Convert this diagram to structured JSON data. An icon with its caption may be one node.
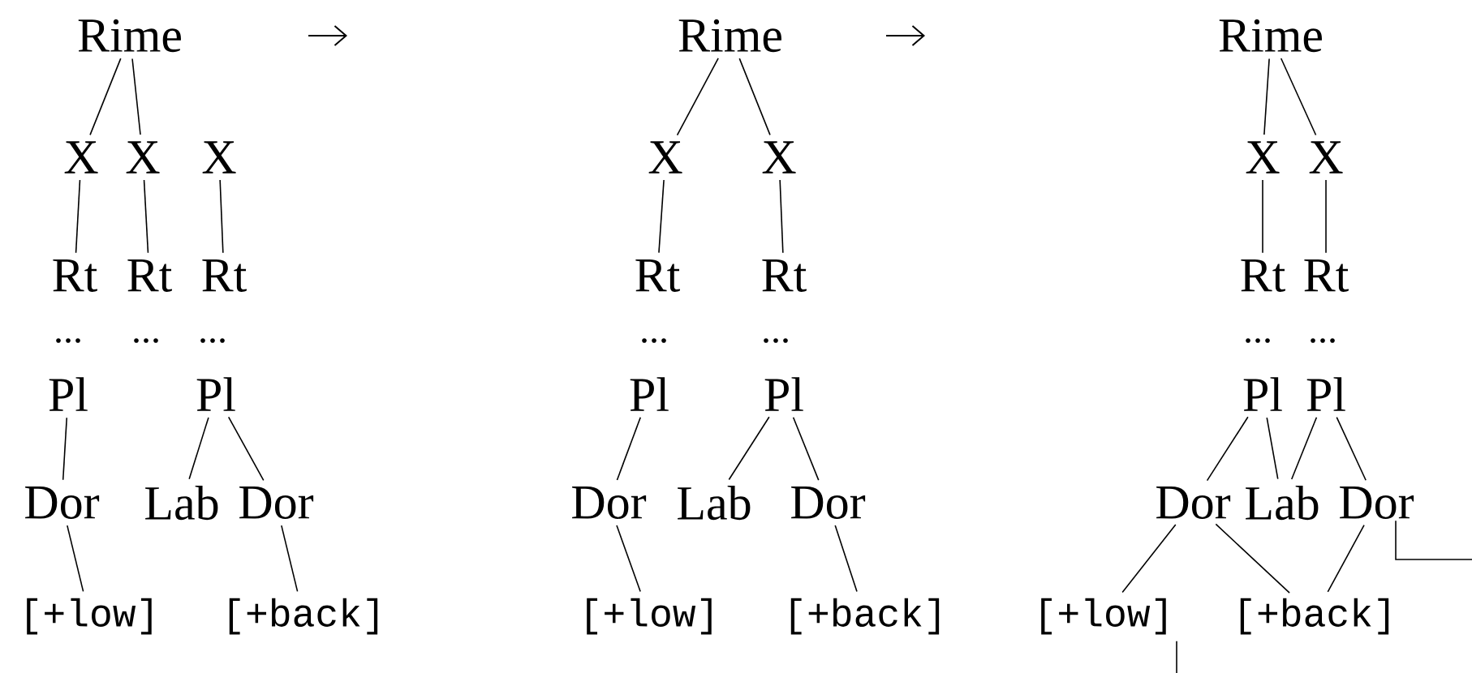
{
  "diagram": {
    "nodes": [
      {
        "text": [
          "Rime"
        ]
      },
      {
        "text": [
          "X"
        ]
      },
      {
        "text": [
          "X"
        ]
      },
      {
        "text": [
          "X"
        ]
      },
      {
        "text": [
          "Rt"
        ]
      },
      {
        "text": [
          "Rt"
        ]
      },
      {
        "text": [
          "Rt"
        ]
      },
      {
        "text": [
          "Pl"
        ]
      },
      {
        "text": [
          "Pl"
        ]
      },
      {
        "text": [
          "Dor"
        ]
      },
      {
        "text": [
          "Lab"
        ]
      },
      {
        "text": [
          "Dor"
        ]
      },
      {
        "text": [
          "[+low]"
        ]
      },
      {
        "text": [
          "[+back]"
        ]
      },
      {
        "text": [
          "Rime"
        ]
      },
      {
        "text": [
          "X"
        ]
      },
      {
        "text": [
          "X"
        ]
      },
      {
        "text": [
          "Rt"
        ]
      },
      {
        "text": [
          "Rt"
        ]
      },
      {
        "text": [
          "Pl"
        ]
      },
      {
        "text": [
          "Pl"
        ]
      },
      {
        "text": [
          "Dor"
        ]
      },
      {
        "text": [
          "Lab"
        ]
      },
      {
        "text": [
          "Dor"
        ]
      },
      {
        "text": [
          "[+low]"
        ]
      },
      {
        "text": [
          "[+back]"
        ]
      },
      {
        "text": [
          "Rime"
        ]
      },
      {
        "text": [
          "X"
        ]
      },
      {
        "text": [
          "X"
        ]
      },
      {
        "text": [
          "Rt"
        ]
      },
      {
        "text": [
          "Rt"
        ]
      },
      {
        "text": [
          "Pl"
        ]
      },
      {
        "text": [
          "Pl"
        ]
      },
      {
        "text": [
          "Dor"
        ]
      },
      {
        "text": [
          "Lab"
        ]
      },
      {
        "text": [
          "Dor"
        ]
      },
      {
        "text": [
          "[+low]"
        ]
      },
      {
        "text": [
          "[+back]"
        ]
      }
    ],
    "edges": [
      {
        "from": 0,
        "to": 1,
        "arrow": "none"
      },
      {
        "from": 0,
        "to": 2,
        "arrow": "none"
      },
      {
        "from": 1,
        "to": 4,
        "arrow": "none"
      },
      {
        "from": 2,
        "to": 5,
        "arrow": "none"
      },
      {
        "from": 3,
        "to": 6,
        "arrow": "none"
      },
      {
        "from": 7,
        "to": 9,
        "arrow": "none"
      },
      {
        "from": 8,
        "to": 10,
        "arrow": "none"
      },
      {
        "from": 8,
        "to": 11,
        "arrow": "none"
      },
      {
        "from": 9,
        "to": 12,
        "arrow": "none"
      },
      {
        "from": 11,
        "to": 13,
        "arrow": "none"
      },
      {
        "from": 14,
        "to": 15,
        "arrow": "none"
      },
      {
        "from": 14,
        "to": 16,
        "arrow": "none"
      },
      {
        "from": 15,
        "to": 17,
        "arrow": "none"
      },
      {
        "from": 16,
        "to": 18,
        "arrow": "none"
      },
      {
        "from": 19,
        "to": 21,
        "arrow": "none"
      },
      {
        "from": 20,
        "to": 22,
        "arrow": "none"
      },
      {
        "from": 20,
        "to": 23,
        "arrow": "none"
      },
      {
        "from": 21,
        "to": 24,
        "arrow": "none"
      },
      {
        "from": 23,
        "to": 25,
        "arrow": "none"
      },
      {
        "from": 26,
        "to": 27,
        "arrow": "none"
      },
      {
        "from": 26,
        "to": 28,
        "arrow": "none"
      },
      {
        "from": 27,
        "to": 29,
        "arrow": "none"
      },
      {
        "from": 28,
        "to": 30,
        "arrow": "none"
      },
      {
        "from": 31,
        "to": 33,
        "arrow": "none"
      },
      {
        "from": 31,
        "to": 34,
        "arrow": "none"
      },
      {
        "from": 32,
        "to": 34,
        "arrow": "none"
      },
      {
        "from": 32,
        "to": 35,
        "arrow": "none"
      },
      {
        "from": 33,
        "to": 36,
        "arrow": "none"
      },
      {
        "from": 33,
        "to": 37,
        "arrow": "none"
      },
      {
        "from": 35,
        "to": 37,
        "arrow": "none"
      },
      {
        "from": 35,
        "to": null,
        "arrow": "none"
      },
      {
        "from": 36,
        "to": null,
        "arrow": "none"
      }
    ],
    "labels": [
      "...",
      "...",
      "...",
      "...",
      "...",
      "...",
      "..."
    ]
  }
}
